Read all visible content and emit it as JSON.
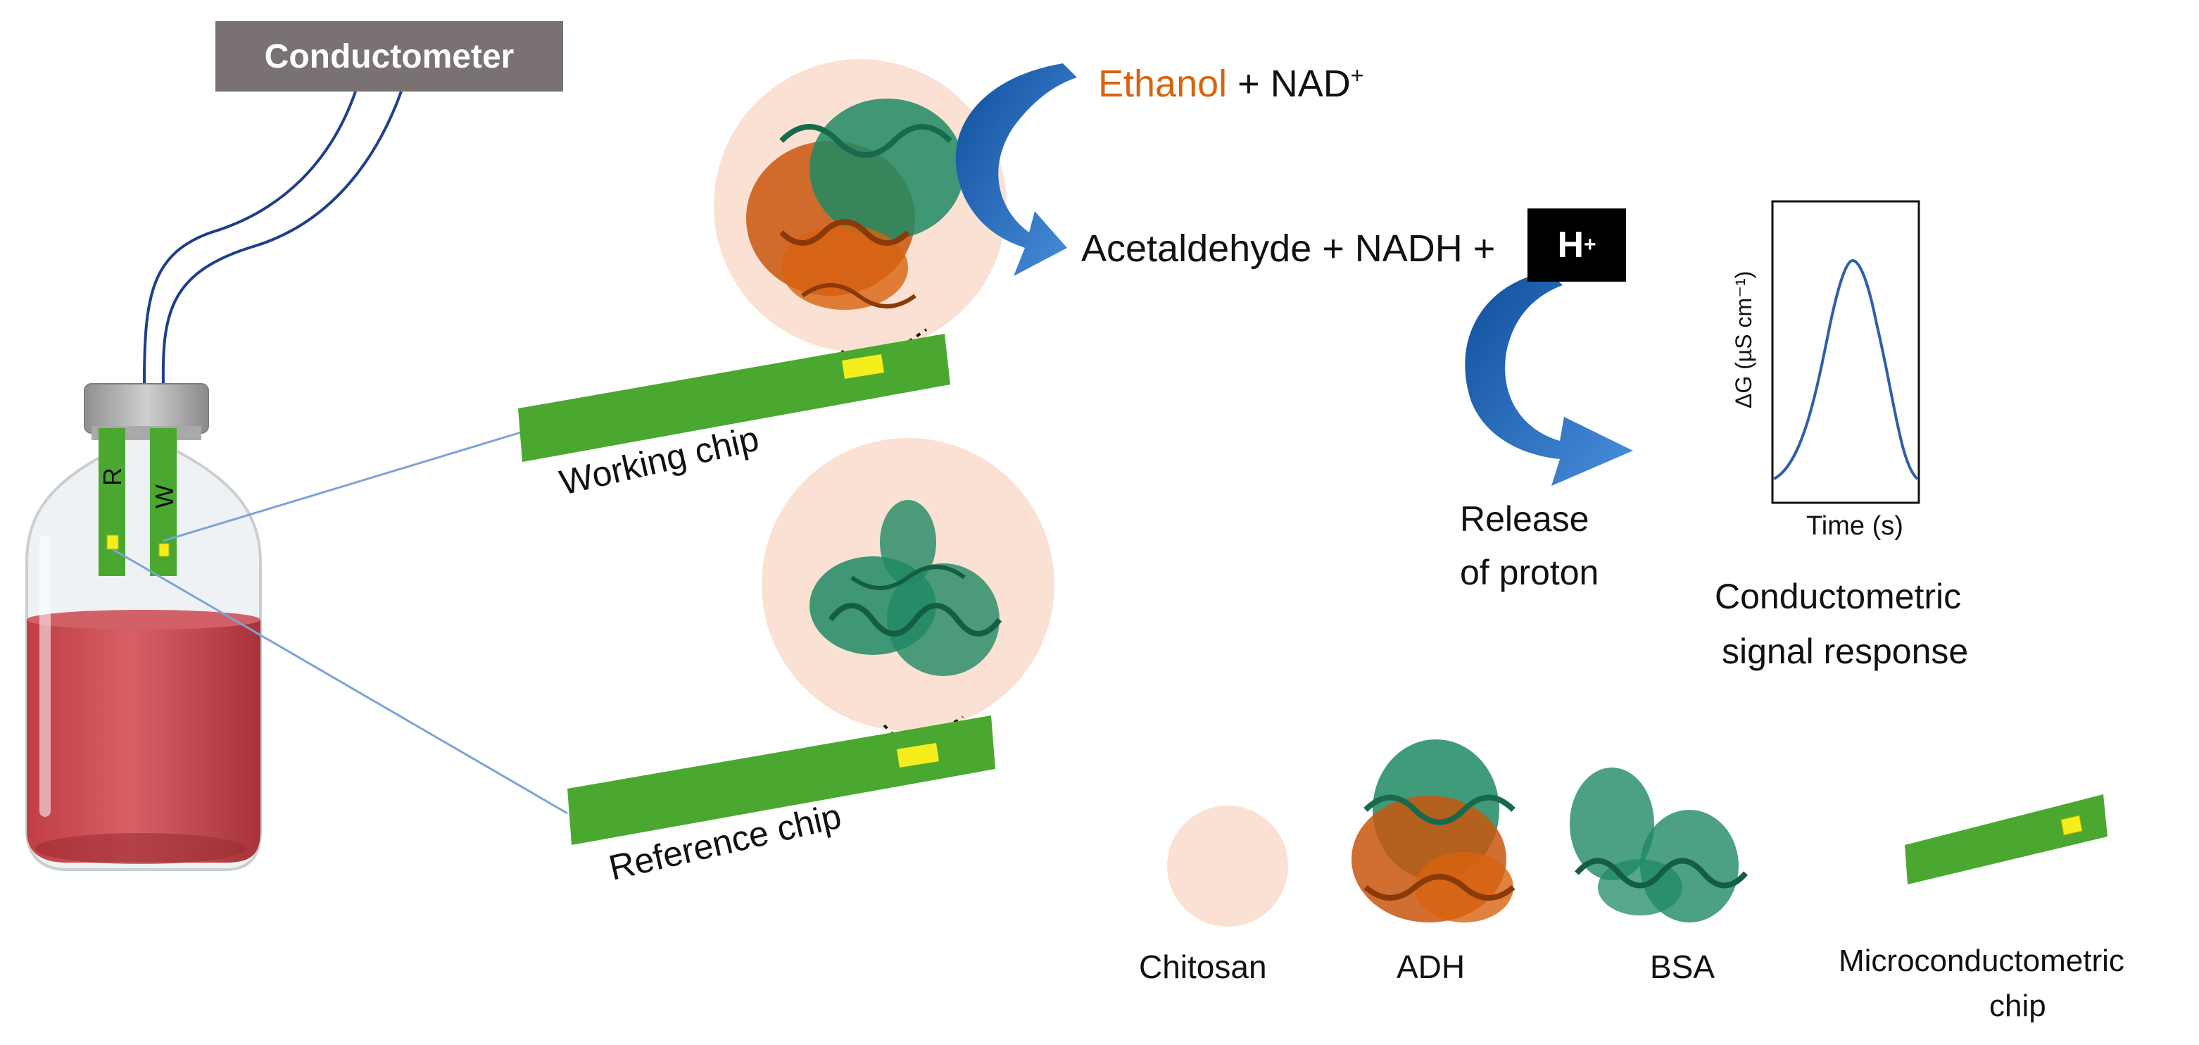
{
  "conductometer": {
    "label": "Conductometer"
  },
  "bottle": {
    "ref_label": "R",
    "work_label": "W"
  },
  "chips": {
    "working_label": "Working chip",
    "reference_label": "Reference chip"
  },
  "reaction": {
    "substrate": "Ethanol",
    "substrate_color": "#d8630f",
    "reactant_rest": " + NAD",
    "reactant_sup": "+",
    "products": "Acetaldehyde + NADH + ",
    "proton_symbol": "H",
    "proton_sup": "+",
    "release_line1": "Release",
    "release_line2": "of proton"
  },
  "graph": {
    "ylabel": "ΔG (µS cm⁻¹)",
    "xlabel": "Time (s)",
    "caption_line1": "Conductometric",
    "caption_line2": "signal response"
  },
  "legend": {
    "chitosan": "Chitosan",
    "adh": "ADH",
    "bsa": "BSA",
    "chip_line1": "Microconductometric",
    "chip_line2": "chip"
  },
  "colors": {
    "chip_green": "#4aa830",
    "chitosan": "#fbe1d3",
    "adh_orange": "#c9560e",
    "protein_green": "#1f8a64",
    "arrow_blue": "#1f65b8",
    "liquid_red": "#c94b51"
  }
}
